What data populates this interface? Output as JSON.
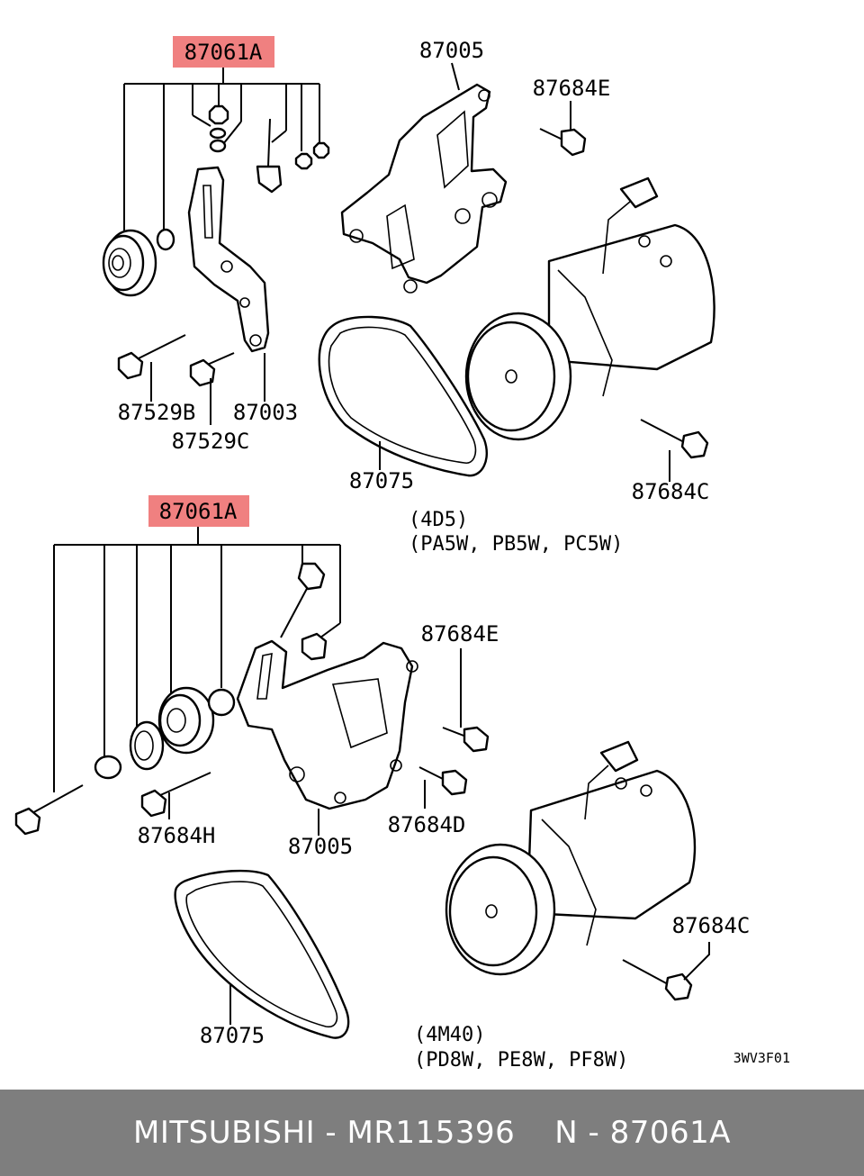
{
  "top": {
    "labels": {
      "assembly": "87061A",
      "bracket": "87005",
      "bolt_e": "87684E",
      "bolt_b": "87529B",
      "plate": "87003",
      "bolt_c": "87529C",
      "belt": "87075",
      "bolt_c2": "87684C"
    },
    "engine": "(4D5)",
    "models": "(PA5W, PB5W, PC5W)"
  },
  "bottom": {
    "labels": {
      "assembly": "87061A",
      "bolt_e": "87684E",
      "bolt_h": "87684H",
      "bracket": "87005",
      "bolt_d": "87684D",
      "bolt_c": "87684C",
      "belt": "87075"
    },
    "engine": "(4M40)",
    "models": "(PD8W, PE8W, PF8W)"
  },
  "diagram_code": "3WV3F01",
  "footer": {
    "brand_part": "MITSUBISHI - MR115396",
    "ref": "N - 87061A"
  },
  "colors": {
    "highlight": "#f08080",
    "footer_bg": "#7e7e7e"
  }
}
